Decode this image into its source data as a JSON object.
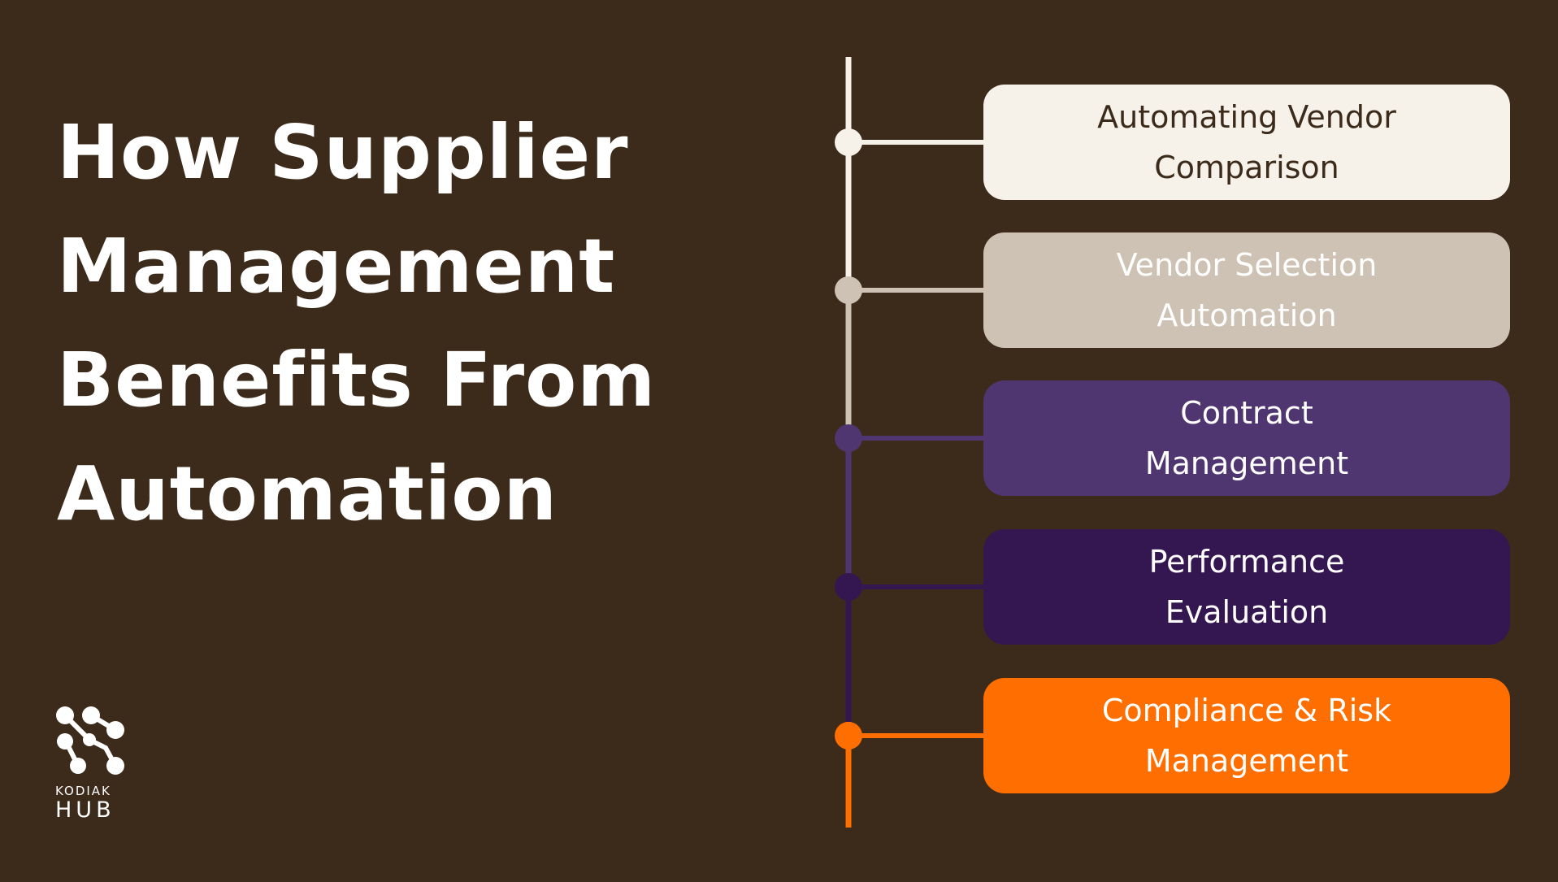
{
  "title": "How Supplier\nManagement\nBenefits From\nAutomation",
  "logo": {
    "line1": "KODIAK",
    "line2": "HUB",
    "icon": "kodiak-hub-dots-logo"
  },
  "colors": {
    "background": "#3c2b1b",
    "step1": "#f6f2e9",
    "step2": "#cdc2b3",
    "step3": "#4f3670",
    "step4": "#341650",
    "step5": "#ff6e00"
  },
  "steps": [
    {
      "label": "Automating Vendor\nComparison",
      "bg": "#f6f2e9",
      "fg": "#3c2b1b"
    },
    {
      "label": "Vendor Selection\nAutomation",
      "bg": "#cdc2b3",
      "fg": "#ffffff"
    },
    {
      "label": "Contract\nManagement",
      "bg": "#4f3670",
      "fg": "#ffffff"
    },
    {
      "label": "Performance\nEvaluation",
      "bg": "#341650",
      "fg": "#ffffff"
    },
    {
      "label": "Compliance & Risk\nManagement",
      "bg": "#ff6e00",
      "fg": "#ffffff"
    }
  ]
}
